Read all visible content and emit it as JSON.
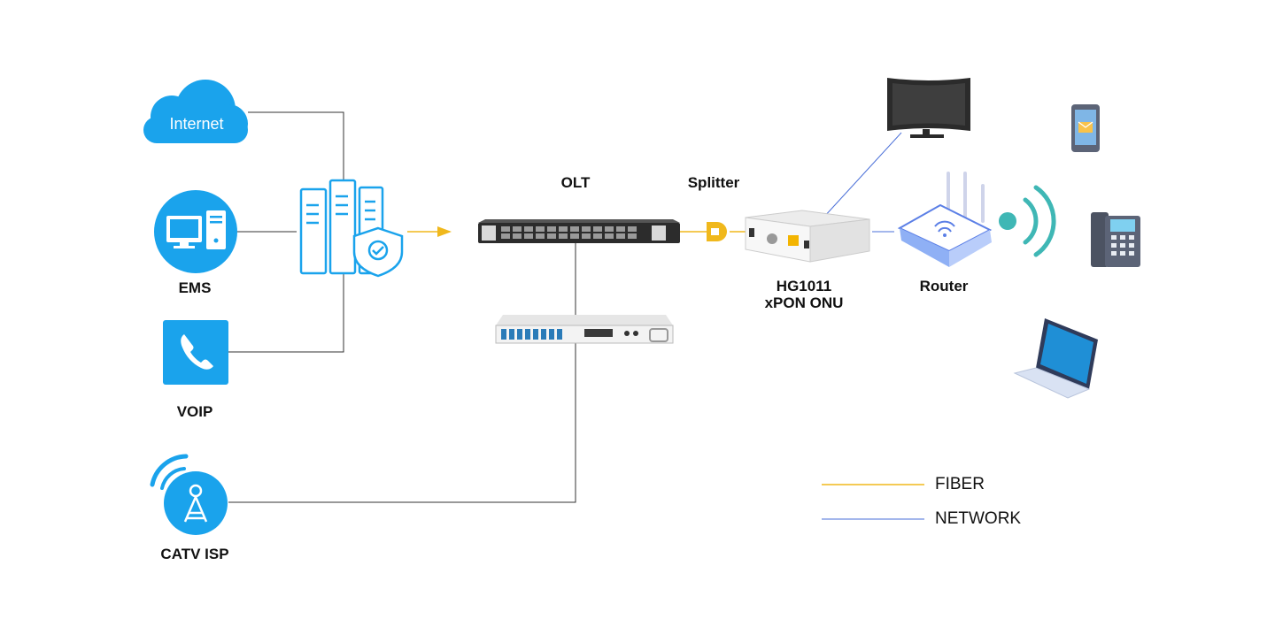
{
  "nodes": {
    "internet": "Internet",
    "ems": "EMS",
    "voip": "VOIP",
    "catv": "CATV ISP",
    "olt": "OLT",
    "splitter": "Splitter",
    "onu_line1": "HG1011",
    "onu_line2": "xPON ONU",
    "router": "Router"
  },
  "legend": {
    "fiber": "FIBER",
    "network": "NETWORK"
  },
  "colors": {
    "accent_blue": "#1aa3ec",
    "fiber": "#f0b81c",
    "network": "#4a6fd8",
    "line_gray": "#333333",
    "wifi_teal": "#3fb7b5"
  }
}
